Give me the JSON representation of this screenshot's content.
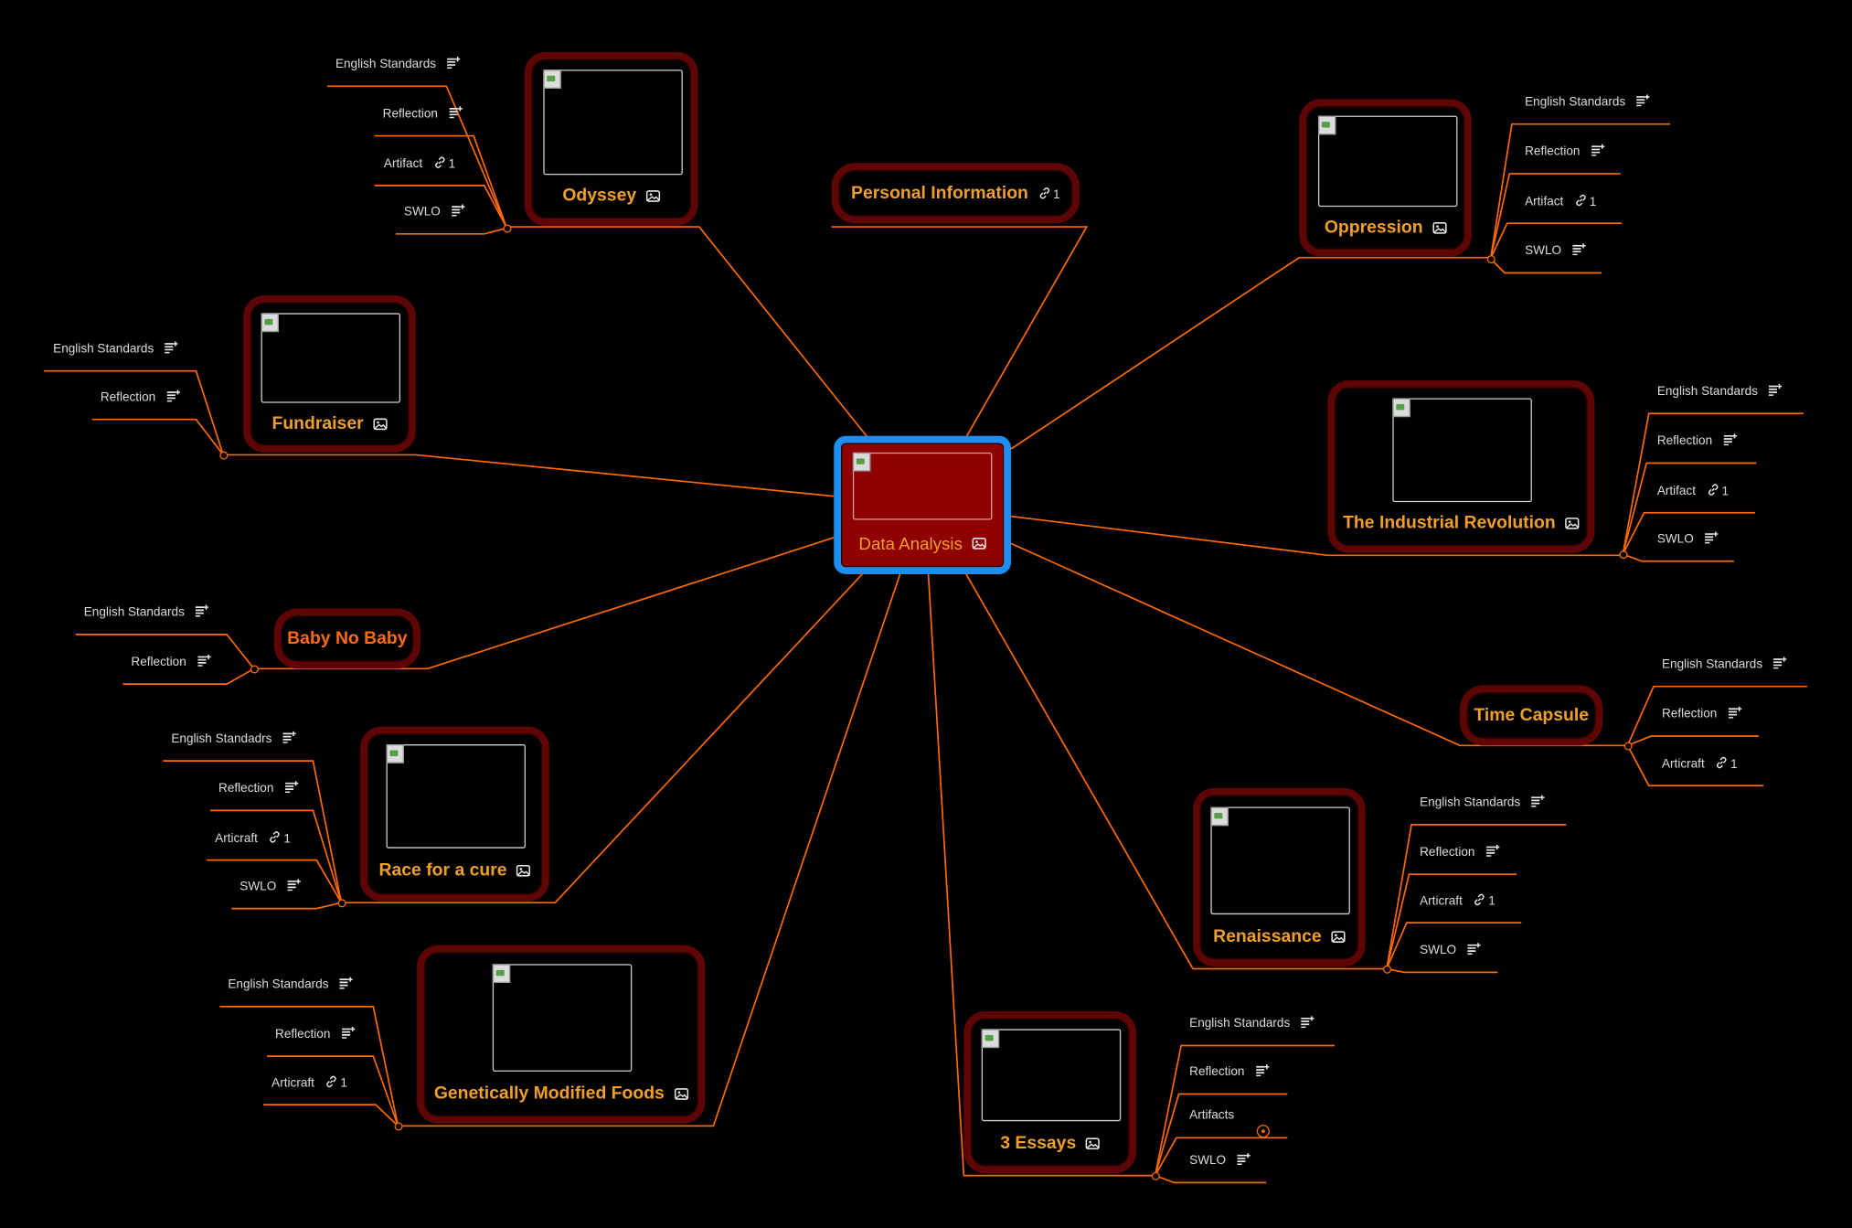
{
  "map": {
    "center": {
      "title": "Data Analysis"
    },
    "topics": [
      {
        "id": "odyssey",
        "title": "Odyssey",
        "leaves": [
          {
            "label": "English Standards",
            "icon": "notes-icon"
          },
          {
            "label": "Reflection",
            "icon": "notes-icon"
          },
          {
            "label": "Artifact",
            "icon": "link-icon",
            "count": "1"
          },
          {
            "label": "SWLO",
            "icon": "notes-icon"
          }
        ]
      },
      {
        "id": "personal",
        "title": "Personal Information",
        "link_count": "1",
        "leaves": []
      },
      {
        "id": "oppression",
        "title": "Oppression",
        "leaves": [
          {
            "label": "English Standards",
            "icon": "notes-icon"
          },
          {
            "label": "Reflection",
            "icon": "notes-icon"
          },
          {
            "label": "Artifact",
            "icon": "link-icon",
            "count": "1"
          },
          {
            "label": "SWLO",
            "icon": "notes-icon"
          }
        ]
      },
      {
        "id": "fundraiser",
        "title": "Fundraiser",
        "leaves": [
          {
            "label": "English Standards",
            "icon": "notes-icon"
          },
          {
            "label": "Reflection",
            "icon": "notes-icon"
          }
        ]
      },
      {
        "id": "industrial",
        "title": "The Industrial Revolution",
        "leaves": [
          {
            "label": "English Standards",
            "icon": "notes-icon"
          },
          {
            "label": "Reflection",
            "icon": "notes-icon"
          },
          {
            "label": "Artifact",
            "icon": "link-icon",
            "count": "1"
          },
          {
            "label": "SWLO",
            "icon": "notes-icon"
          }
        ]
      },
      {
        "id": "baby",
        "title": "Baby No Baby",
        "leaves": [
          {
            "label": "English Standards",
            "icon": "notes-icon"
          },
          {
            "label": "Reflection",
            "icon": "notes-icon"
          }
        ]
      },
      {
        "id": "timecapsule",
        "title": "Time Capsule",
        "leaves": [
          {
            "label": "English Standards",
            "icon": "notes-icon"
          },
          {
            "label": "Reflection",
            "icon": "notes-icon"
          },
          {
            "label": "Articraft",
            "icon": "link-icon",
            "count": "1"
          }
        ]
      },
      {
        "id": "race",
        "title": "Race for a cure",
        "leaves": [
          {
            "label": "English Standadrs",
            "icon": "notes-icon"
          },
          {
            "label": "Reflection",
            "icon": "notes-icon"
          },
          {
            "label": "Articraft",
            "icon": "link-icon",
            "count": "1"
          },
          {
            "label": "SWLO",
            "icon": "notes-icon"
          }
        ]
      },
      {
        "id": "renaissance",
        "title": "Renaissance",
        "leaves": [
          {
            "label": "English Standards",
            "icon": "notes-icon"
          },
          {
            "label": "Reflection",
            "icon": "notes-icon"
          },
          {
            "label": "Articraft",
            "icon": "link-icon",
            "count": "1"
          },
          {
            "label": "SWLO",
            "icon": "notes-icon"
          }
        ]
      },
      {
        "id": "gmf",
        "title": "Genetically Modified Foods",
        "leaves": [
          {
            "label": "English Standards",
            "icon": "notes-icon"
          },
          {
            "label": "Reflection",
            "icon": "notes-icon"
          },
          {
            "label": "Articraft",
            "icon": "link-icon",
            "count": "1"
          }
        ]
      },
      {
        "id": "essays",
        "title": "3 Essays",
        "leaves": [
          {
            "label": "English Standards",
            "icon": "notes-icon"
          },
          {
            "label": "Reflection",
            "icon": "notes-icon"
          },
          {
            "label": "Artifacts",
            "icon": "marker-icon"
          },
          {
            "label": "SWLO",
            "icon": "notes-icon"
          }
        ]
      }
    ],
    "colors": {
      "background": "#000000",
      "connector": "#ff6a00",
      "node_border": "#5e0505",
      "node_fill": "#000000",
      "center_fill": "#8f0000",
      "selection": "#1e8ff0",
      "title_text": "#f0a02a",
      "leaf_text": "#dcdcdc"
    }
  }
}
